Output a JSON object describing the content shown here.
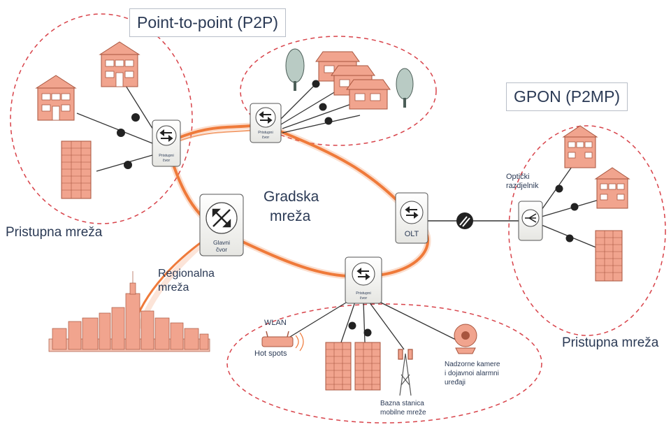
{
  "titles": {
    "p2p": "Point-to-point (P2P)",
    "gpon": "GPON (P2MP)"
  },
  "regions": {
    "pristupna_left": "Pristupna mreža",
    "pristupna_right": "Pristupna mreža",
    "gradska_line1": "Gradska",
    "gradska_line2": "mreža",
    "regionalna_line1": "Regionalna",
    "regionalna_line2": "mreža"
  },
  "nodes": {
    "pristupni_line1": "Pristupni",
    "pristupni_line2": "čvor",
    "glavni_line1": "Glavni",
    "glavni_line2": "čvor",
    "olt": "OLT"
  },
  "labels": {
    "opticki_line1": "Optički",
    "opticki_line2": "razdjelnik",
    "wlan": "WLAN",
    "hotspots": "Hot spots",
    "bazna_line1": "Bazna stanica",
    "bazna_line2": "mobilne mreže",
    "nadzorne_line1": "Nadzorne kamere",
    "nadzorne_line2": "i dojavnoi alarmni",
    "nadzorne_line3": "uređaji"
  },
  "colors": {
    "ring": "#ef7a3a",
    "dashed": "#d8434a",
    "building": "#f1a48e",
    "building_stroke": "#a8553e",
    "text": "#2b3a55"
  }
}
